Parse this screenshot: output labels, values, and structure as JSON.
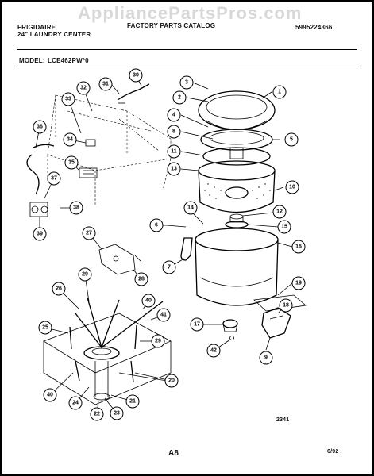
{
  "header": {
    "brand": "FRIGIDAIRE",
    "product": "24\" LAUNDRY CENTER",
    "catalog": "FACTORY PARTS CATALOG",
    "part_number": "5995224366",
    "model_label": "MODEL:",
    "model_value": "LCE462PW*0"
  },
  "watermark": "AppliancePartsPros.com",
  "footer": {
    "figure_code": "2341",
    "page": "A8",
    "date": "6/92"
  },
  "callouts": [
    "1",
    "2",
    "3",
    "4",
    "5",
    "6",
    "7",
    "8",
    "9",
    "10",
    "11",
    "12",
    "13",
    "14",
    "15",
    "16",
    "17",
    "18",
    "19",
    "20",
    "21",
    "22",
    "23",
    "24",
    "25",
    "26",
    "27",
    "28",
    "29",
    "29",
    "30",
    "31",
    "32",
    "33",
    "34",
    "35",
    "36",
    "37",
    "38",
    "39",
    "40",
    "40",
    "41",
    "42"
  ]
}
